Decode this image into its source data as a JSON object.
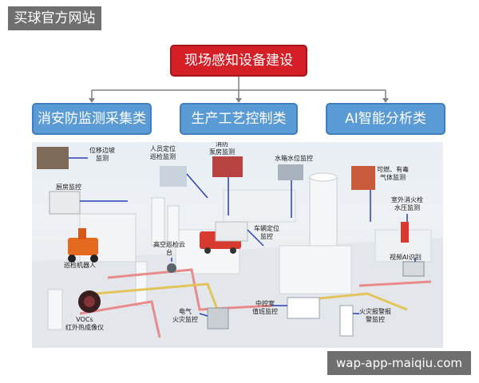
{
  "site_tag": "买球官方网站",
  "watermark": "wap-app-maiqiu.com",
  "root": {
    "label": "现场感知设备建设"
  },
  "categories": [
    {
      "label": "消安防监测采集类"
    },
    {
      "label": "生产工艺控制类"
    },
    {
      "label": "AI智能分析类"
    }
  ],
  "devices": {
    "displacement_slope": "位移边坡\n监测",
    "personnel_position": "人员定位\n巡检监测",
    "fire_pump_room": "消防\n泵房监测",
    "water_tank_level": "水箱水位监控",
    "combustible_toxic_gas": "可燃、有毒\n气体监测",
    "kitchen_monitor": "厨房监控",
    "outdoor_hydrant_pressure": "室外消火栓\n水压监测",
    "vehicle_position": "车辆定位\n监控",
    "high_altitude_patrol": "高空巡检云\n台",
    "video_ai_recognition": "视频AI识别",
    "patrol_robot": "巡检机器人",
    "control_room_watch": "中控室\n值班监控",
    "fire_alarm_monitor": "火灾报警报\n警监控",
    "electrical_fire": "电气\n火灾监控",
    "vocs_infrared": "VOCs\n红外热成像仪"
  },
  "colors": {
    "root_fill": "#d51f26",
    "category_fill": "#5b9bd5",
    "connector": "#808080",
    "callout_line": "#2a3fb8"
  }
}
